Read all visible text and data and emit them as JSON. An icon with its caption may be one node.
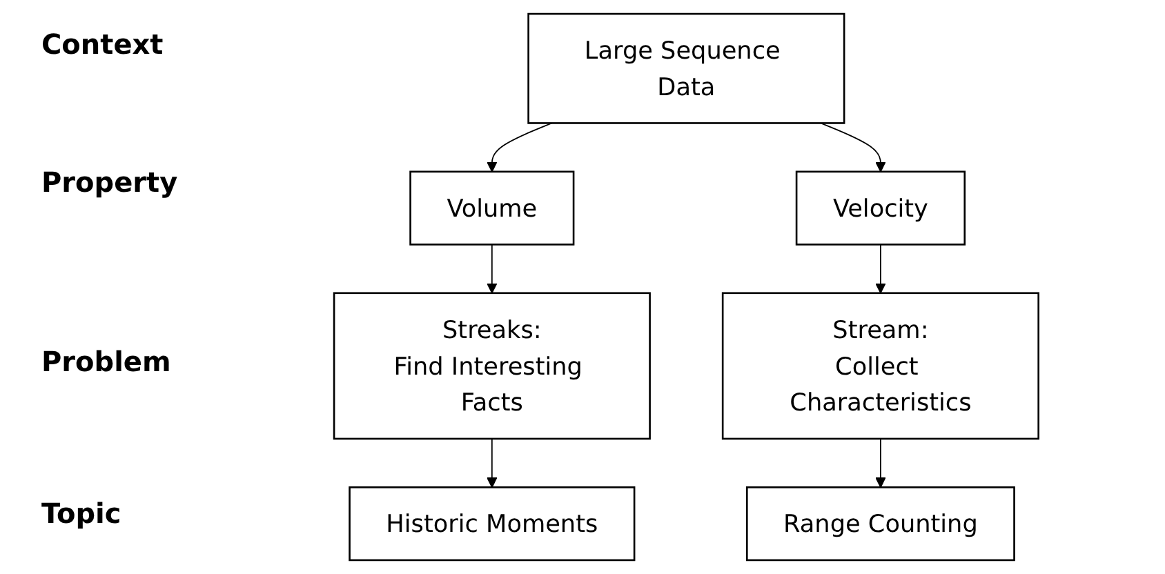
{
  "diagram": {
    "nodes": [
      {
        "text": [
          "Large Sequence Data"
        ]
      },
      {
        "text": [
          "Volume"
        ]
      },
      {
        "text": [
          "Velocity"
        ]
      },
      {
        "text": [
          "Streaks:",
          "Find Interesting Facts"
        ]
      },
      {
        "text": [
          "Stream:",
          "Collect Characteristics"
        ]
      },
      {
        "text": [
          "Historic Moments"
        ]
      },
      {
        "text": [
          "Range Counting"
        ]
      }
    ],
    "edges": [
      {
        "from": 0,
        "to": 1,
        "arrow": "to"
      },
      {
        "from": 0,
        "to": 2,
        "arrow": "to"
      },
      {
        "from": 1,
        "to": 3,
        "arrow": "to"
      },
      {
        "from": 2,
        "to": 4,
        "arrow": "to"
      },
      {
        "from": 3,
        "to": 5,
        "arrow": "to"
      },
      {
        "from": 4,
        "to": 6,
        "arrow": "to"
      }
    ],
    "labels": [
      "Context",
      "Property",
      "Problem",
      "Topic"
    ]
  }
}
